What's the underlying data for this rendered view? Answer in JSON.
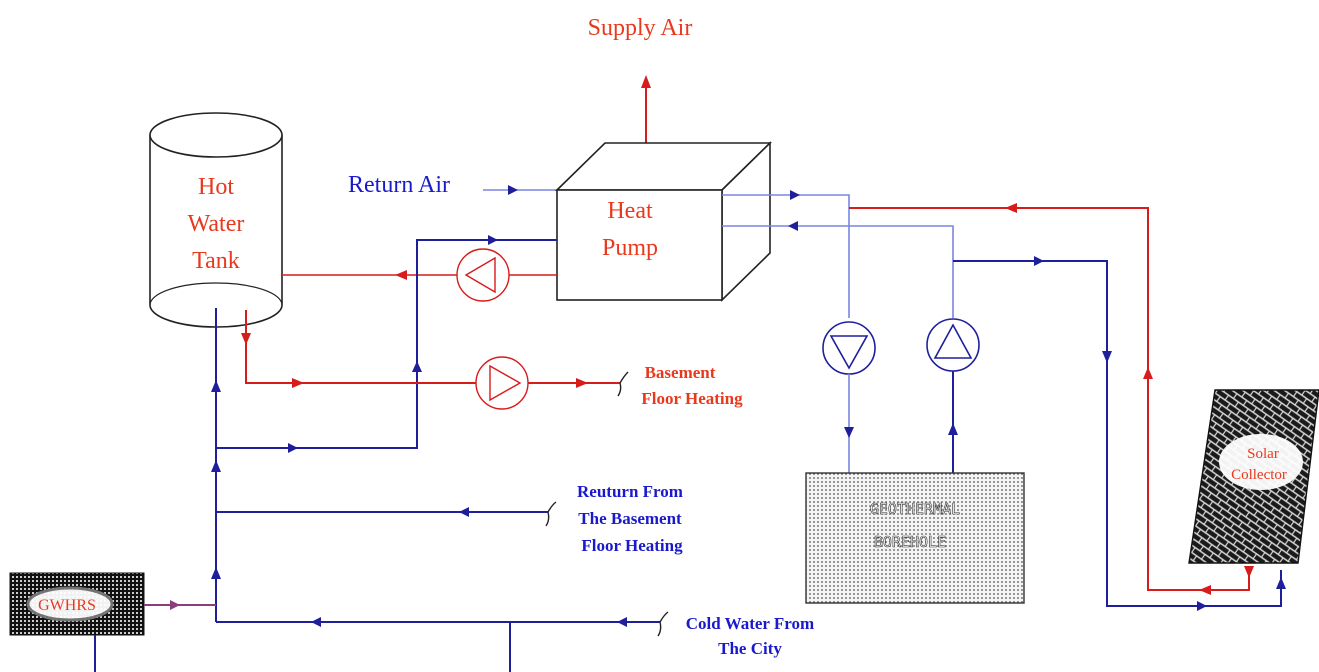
{
  "labels": {
    "supply_air": "Supply Air",
    "return_air": "Return Air",
    "hot_water_tank": [
      "Hot",
      "Water",
      "Tank"
    ],
    "heat_pump": [
      "Heat",
      "Pump"
    ],
    "basement_floor_heating": [
      "Basement",
      "Floor Heating"
    ],
    "return_from_basement": [
      "Reuturn From",
      "The Basement",
      "Floor Heating"
    ],
    "cold_water_from_city": [
      "Cold Water From",
      "The City"
    ],
    "geothermal_borehole": [
      "GEOTHERMAL",
      "BOREHOLE"
    ],
    "solar_collector": [
      "Solar",
      "Collector"
    ],
    "gwhrs": "GWHRS"
  },
  "colors": {
    "hot_pipe": "#d81b1b",
    "cold_pipe": "#1f1f9c",
    "label_red": "#e8391d",
    "label_blue": "#1a1acc"
  }
}
